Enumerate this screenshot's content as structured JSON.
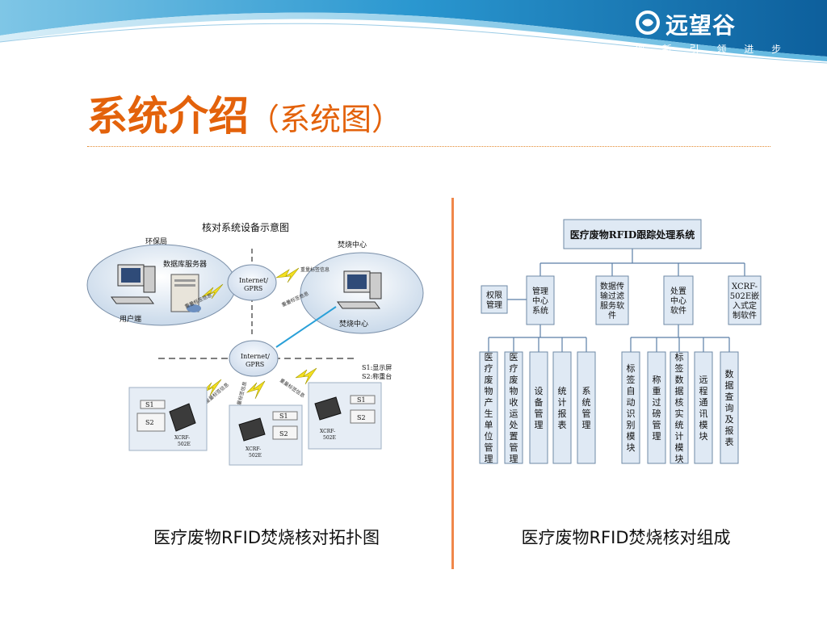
{
  "logo": {
    "name": "远望谷",
    "slogan": "创 新 引 领 进 步"
  },
  "title": {
    "main": "系统介绍",
    "sub": "（系统图）"
  },
  "topology": {
    "title": "核对系统设备示意图",
    "zone_epb": "环保局",
    "db_server": "数据库服务器",
    "user_terminal": "用户端",
    "zone_incin": "焚烧中心",
    "incin_center": "焚烧中心",
    "internet_top_1": "Internet/",
    "internet_top_2": "GPRS",
    "internet_mid_1": "Internet/",
    "internet_mid_2": "GPRS",
    "legend_s1": "S1:显示屏",
    "legend_s2": "S2:称重台",
    "link_label_1": "重量标签信息",
    "link_label_2": "重量标签信息",
    "link_label_3": "重量标签信息",
    "link_label_4": "重量标签信息",
    "link_label_5": "重量标签信息",
    "link_label_6": "重量标签信息",
    "device_s1": "S1",
    "device_s2": "S2",
    "reader_line1": "XCRF-",
    "reader_line2": "502E"
  },
  "org": {
    "root": "医疗废物RFID跟踪处理系统",
    "level2": [
      {
        "lines": [
          "权限",
          "管理"
        ]
      },
      {
        "lines": [
          "管理",
          "中心",
          "系统"
        ]
      },
      {
        "lines": [
          "数据传",
          "输过滤",
          "服务软",
          "件"
        ]
      },
      {
        "lines": [
          "处置",
          "中心",
          "软件"
        ]
      },
      {
        "lines": [
          "XCRF-",
          "502E嵌",
          "入式定",
          "制软件"
        ]
      }
    ],
    "level3_left": [
      {
        "text": "医疗废物产生单位管理"
      },
      {
        "text": "医疗废物收运处置管理"
      },
      {
        "text": "设备管理"
      },
      {
        "text": "统计报表"
      },
      {
        "text": "系统管理"
      }
    ],
    "level3_right": [
      {
        "text": "标签自动识别模块"
      },
      {
        "text": "称重过磅管理"
      },
      {
        "text": "标签数据核实统计模块"
      },
      {
        "text": "远程通讯模块"
      },
      {
        "text": "数据查询及报表"
      }
    ]
  },
  "captions": {
    "left": "医疗废物RFID焚烧核对拓扑图",
    "right": "医疗废物RFID焚烧核对组成"
  },
  "colors": {
    "accent": "#e3620b",
    "band": "#1f8dc8",
    "divider": "#f0874a",
    "box_fill": "#dfe9f4",
    "box_stroke": "#6f8aa6"
  }
}
